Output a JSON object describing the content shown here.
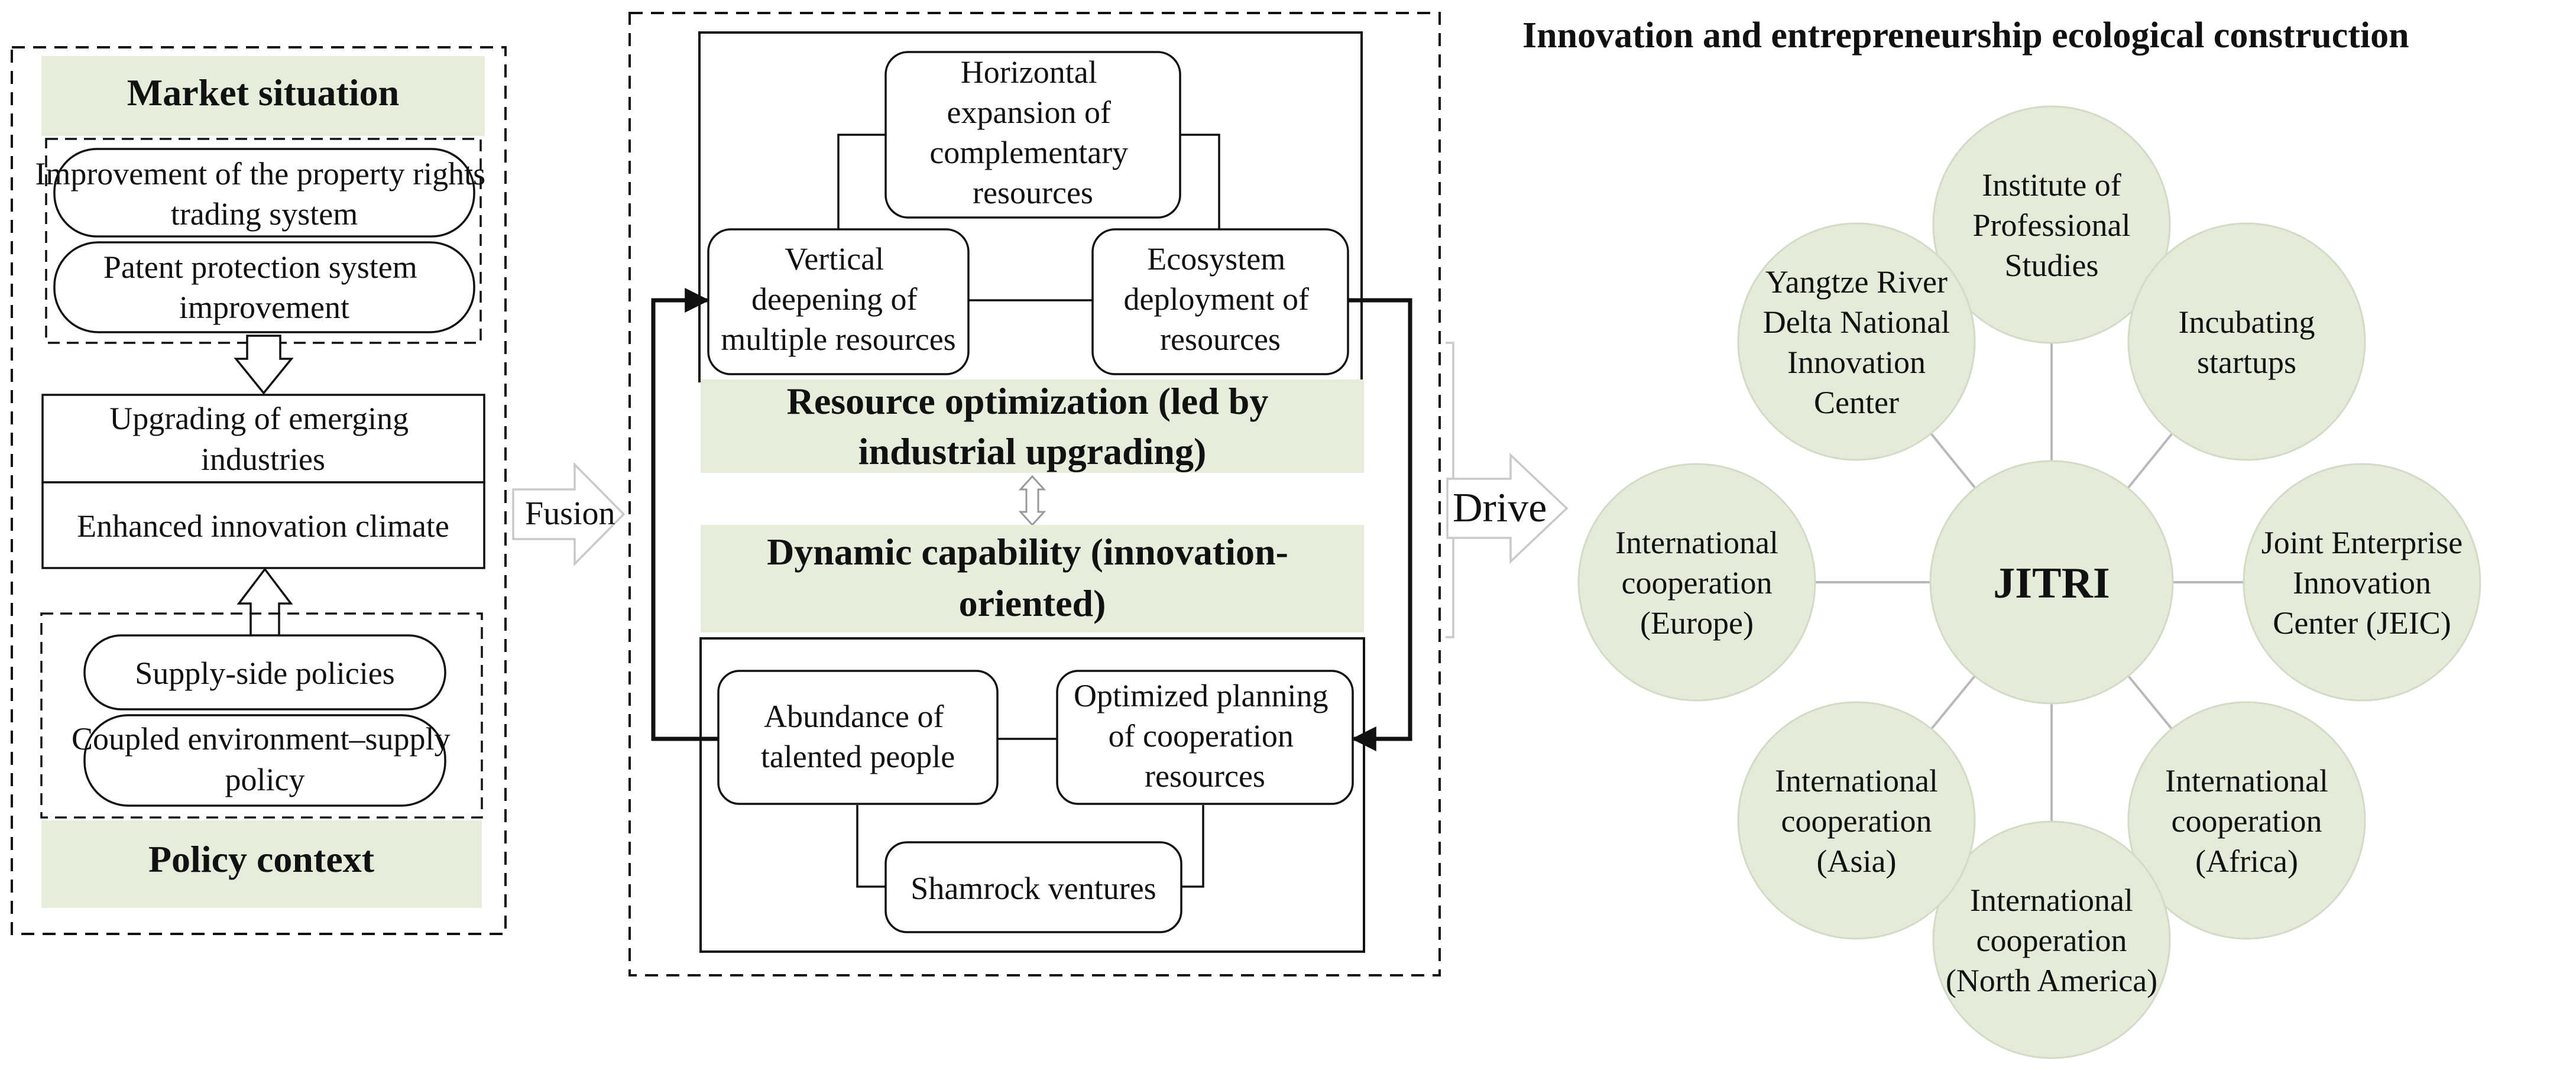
{
  "colors": {
    "panel_fill": "#e6eedb",
    "circle_fill": "#e4ebd8",
    "stroke": "#111111",
    "spoke": "#b9b9b9",
    "background": "#ffffff"
  },
  "left_panel": {
    "market_title": "Market situation",
    "market_items": [
      "Improvement of the property rights trading system",
      "Patent protection system improvement"
    ],
    "upgrading": "Upgrading of emerging industries",
    "enhanced": "Enhanced innovation climate",
    "policy_items": [
      "Supply-side policies",
      "Coupled environment–supply policy"
    ],
    "policy_title": "Policy context"
  },
  "fusion_label": "Fusion",
  "middle_panel": {
    "horizontal": "Horizontal expansion of complementary resources",
    "vertical": "Vertical deepening of multiple resources",
    "ecosystem": "Ecosystem deployment of resources",
    "resource_optimization": "Resource optimization (led by industrial upgrading)",
    "dynamic_capability": "Dynamic capability (innovation-oriented)",
    "talented": "Abundance of talented people",
    "optimized": "Optimized planning of cooperation resources",
    "shamrock": "Shamrock ventures"
  },
  "drive_label": "Drive",
  "right_panel": {
    "title": "Innovation and entrepreneurship ecological construction",
    "hub": "JITRI",
    "nodes": [
      "Institute of Professional Studies",
      "Incubating startups",
      "Joint Enterprise Innovation Center (JEIC)",
      "International cooperation (Africa)",
      "International cooperation (North America)",
      "International cooperation (Asia)",
      "International cooperation (Europe)",
      "Yangtze River Delta National Innovation Center"
    ]
  }
}
